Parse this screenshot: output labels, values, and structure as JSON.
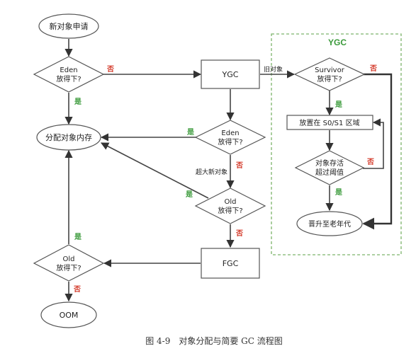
{
  "nodes": {
    "new_request": "新对象申请",
    "eden_fit": "Eden\n放得下?",
    "ygc": "YGC",
    "alloc": "分配对象内存",
    "eden_fit2": "Eden\n放得下?",
    "old_fit": "Old\n放得下?",
    "fgc": "FGC",
    "old_fit2": "Old\n放得下?",
    "oom": "OOM",
    "survivor_fit": "Survivor\n放得下?",
    "place_s0s1": "放置在 S0/S1 区域",
    "age_threshold": "对象存活\n超过阈值",
    "promote": "晋升至老年代"
  },
  "group": {
    "title": "YGC"
  },
  "edge_labels": {
    "no": "否",
    "yes": "是",
    "old_object": "旧对象",
    "huge_object": "超大新对象"
  },
  "caption": "图 4-9　对象分配与简要 GC 流程图",
  "colors": {
    "yes": "#3a9a3a",
    "no": "#d43a2a",
    "group_border": "#7cb46b"
  }
}
